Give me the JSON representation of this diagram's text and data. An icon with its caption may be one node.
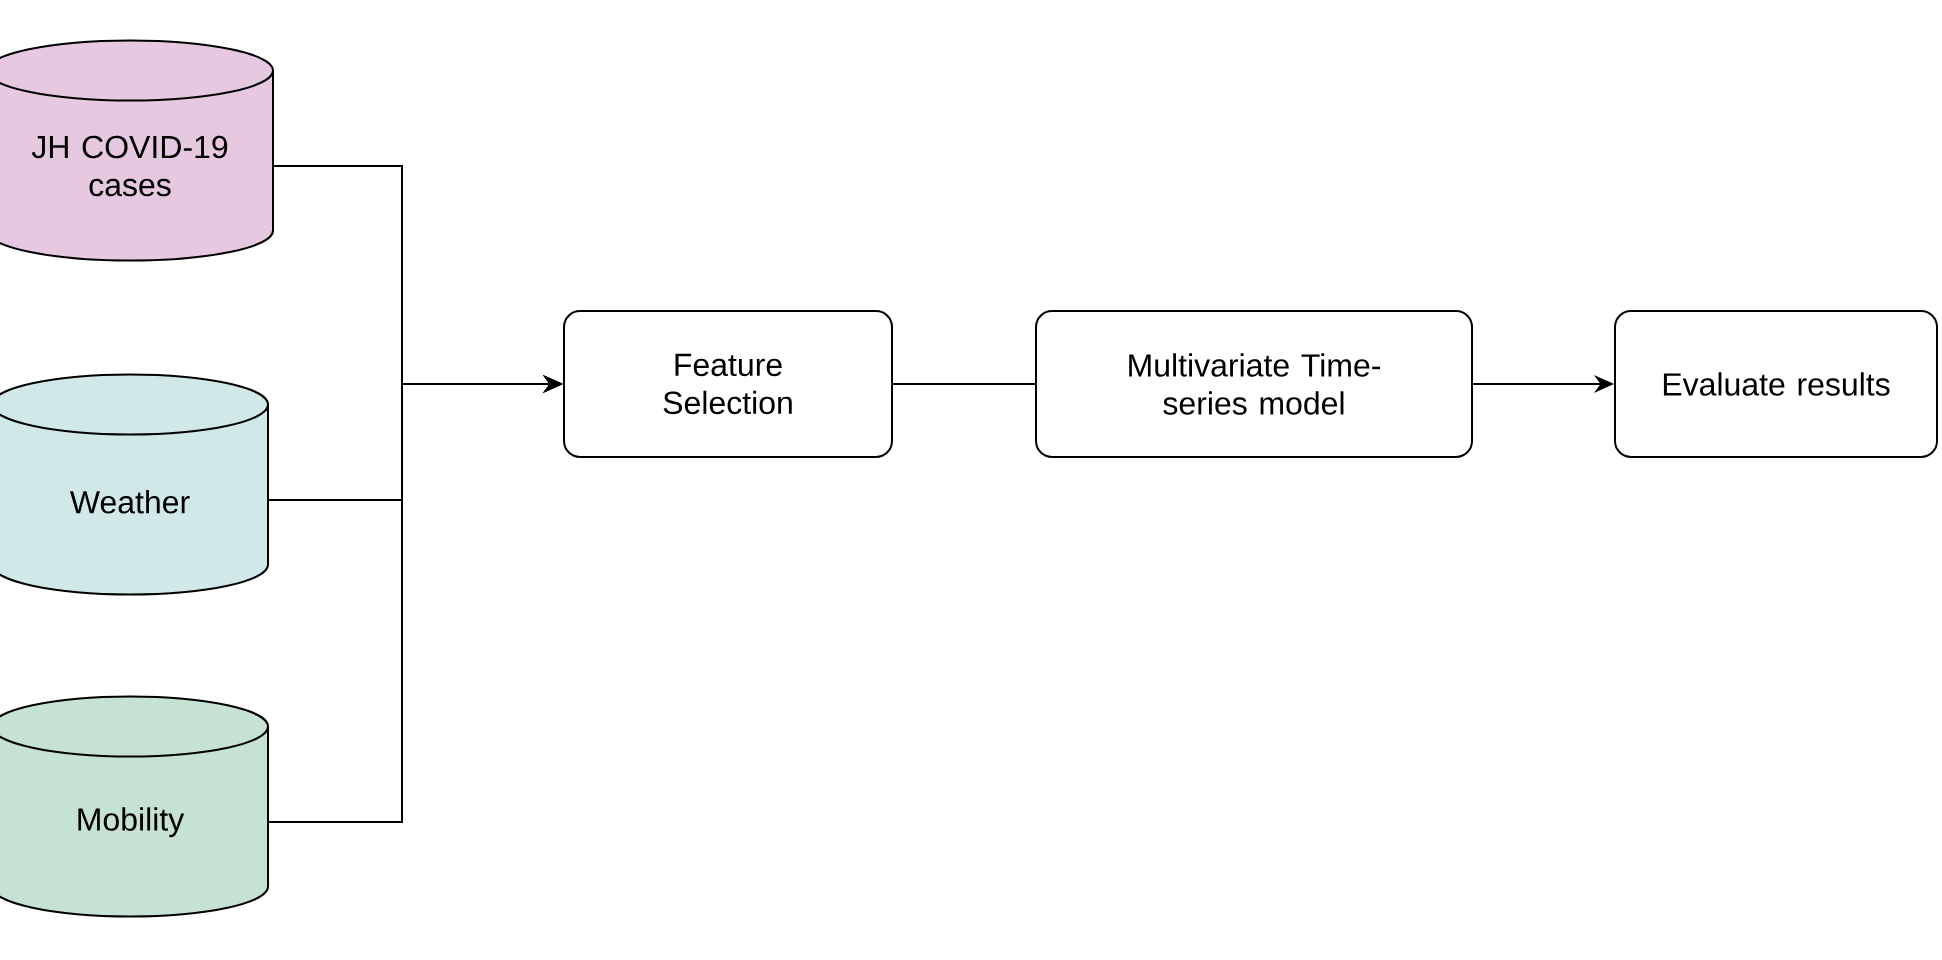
{
  "diagram": {
    "nodes": [
      {
        "text": [
          "JH COVID-19 cases"
        ]
      },
      {
        "text": [
          "Weather"
        ]
      },
      {
        "text": [
          "Mobility"
        ]
      },
      {
        "text": [
          "Feature Selection"
        ]
      },
      {
        "text": [
          "Multivariate Time-series model"
        ]
      },
      {
        "text": [
          "Evaluate results"
        ]
      }
    ],
    "edges": [
      {
        "from": 0,
        "to": 3,
        "arrow": "to"
      },
      {
        "from": 1,
        "to": 3,
        "arrow": "to"
      },
      {
        "from": 2,
        "to": 3,
        "arrow": "to"
      },
      {
        "from": 3,
        "to": 4,
        "arrow": "none"
      },
      {
        "from": 4,
        "to": 5,
        "arrow": "to"
      }
    ]
  }
}
